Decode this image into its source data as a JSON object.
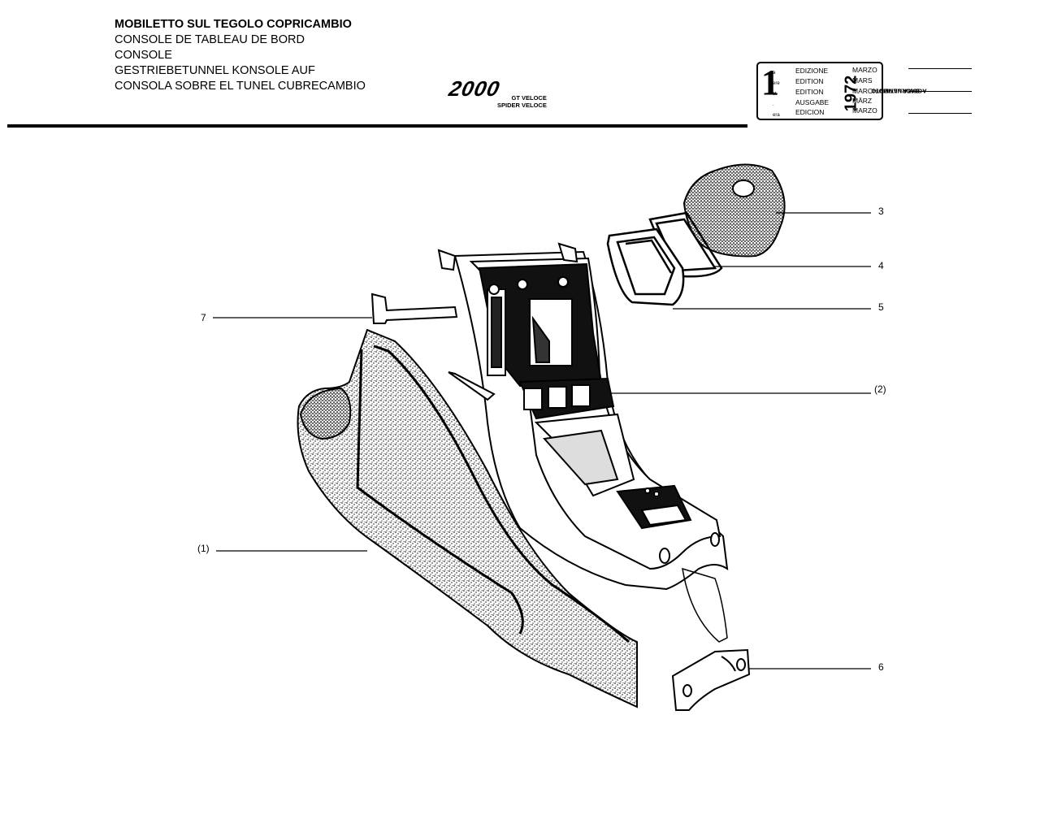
{
  "header": {
    "titles": [
      "MOBILETTO SUL TEGOLO COPRICAMBIO",
      "CONSOLE DE TABLEAU DE BORD",
      "CONSOLE",
      "GESTRIEBETUNNEL KONSOLE AUF",
      "CONSOLA SOBRE EL TUNEL CUBRECAMBIO"
    ],
    "logo": "2000",
    "logo_sub": [
      "GT VELOCE",
      "SPIDER VELOCE"
    ]
  },
  "edition": {
    "number": "1",
    "suffixes": [
      "a",
      "ere",
      "st",
      ".",
      "era"
    ],
    "words": [
      "EDIZIONE",
      "EDITION",
      "EDITION",
      "AUSGABE",
      "EDICION"
    ],
    "months": [
      "MARZO",
      "MARS",
      "MARCH",
      "MÄRZ",
      "MARZO"
    ],
    "year": "1972",
    "update_label": [
      "DATA ULTIMO",
      "AGGIORNAMENTO"
    ]
  },
  "callouts": [
    "3",
    "4",
    "5",
    "(2)",
    "7",
    "(1)",
    "6"
  ]
}
